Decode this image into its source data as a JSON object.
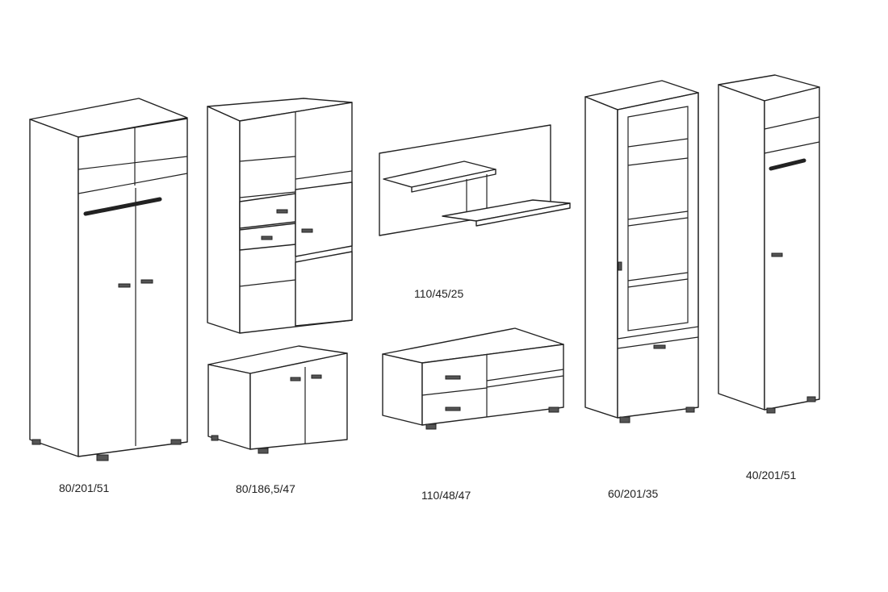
{
  "items": [
    {
      "name": "wardrobe-2-door",
      "dimensions": "80/201/51"
    },
    {
      "name": "shelf-cabinet",
      "dimensions": "80/186,5/47"
    },
    {
      "name": "wall-shelf",
      "dimensions": "110/45/25"
    },
    {
      "name": "tv-stand",
      "dimensions": "110/48/47"
    },
    {
      "name": "glass-cabinet",
      "dimensions": "60/201/35"
    },
    {
      "name": "wardrobe-1-door",
      "dimensions": "40/201/51"
    }
  ]
}
